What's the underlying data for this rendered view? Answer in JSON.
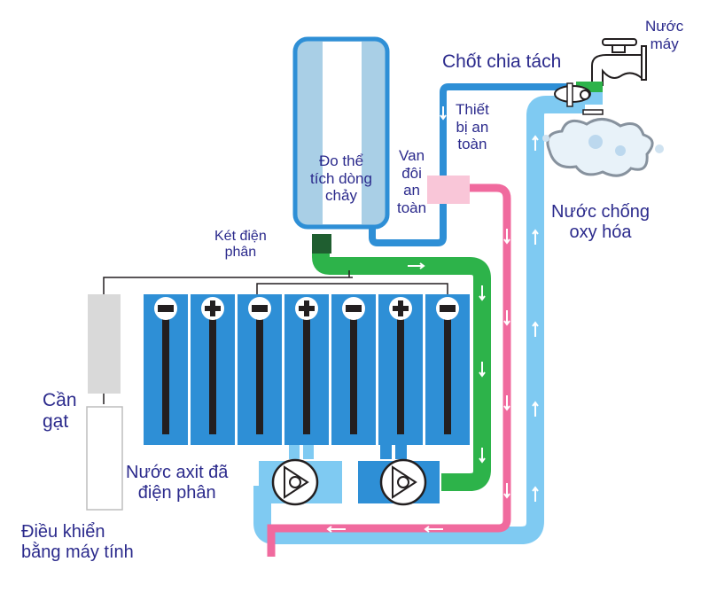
{
  "title": "Sơ đồ hệ thống máy lọc nước ion kiềm điện phân",
  "labels": {
    "tap_water": [
      "Nước",
      "máy"
    ],
    "diverter": "Chốt chia tách",
    "safety_device": [
      "Thiết",
      "bị an",
      "toàn"
    ],
    "double_valve": [
      "Van",
      "đôi",
      "an",
      "toàn"
    ],
    "flow_meter": [
      "Đo thể",
      "tích dòng",
      "chảy"
    ],
    "electrolytic_cell": [
      "Két điện",
      "phân"
    ],
    "antioxidant_water": [
      "Nước chống",
      "oxy hóa"
    ],
    "lever": [
      "Cần",
      "gạt"
    ],
    "acidic_water": [
      "Nước axit đã",
      "điện phân"
    ],
    "computer_control": [
      "Điều khiển",
      "bằng máy tính"
    ]
  },
  "electrodes": [
    "minus",
    "plus",
    "minus",
    "plus",
    "minus",
    "plus",
    "minus"
  ],
  "colors": {
    "text": "#2b2a8c",
    "tap_pipe": "#2e8fd6",
    "acid_pipe": "#f06a9e",
    "alkaline_pipe": "#7fcaf2",
    "green_pipe": "#2db34a",
    "cell": "#2e8fd6",
    "electrode": "#231f20",
    "flow_tank_stripe": "#a9cfe6",
    "valve": "#f9c6d8",
    "lever": "#d9d9d9"
  }
}
